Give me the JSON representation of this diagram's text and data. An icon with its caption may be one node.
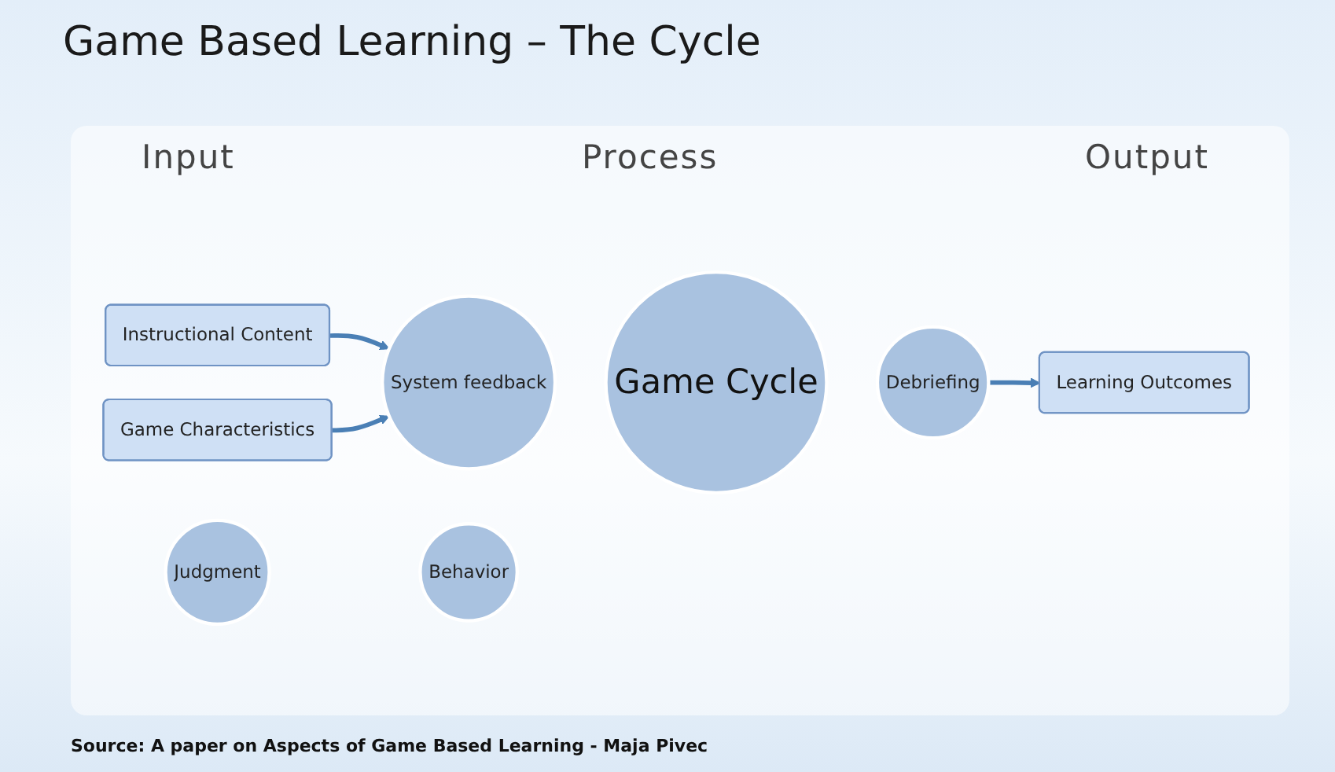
{
  "diagram": {
    "title": "Game Based Learning – The Cycle",
    "caption": "Source: A paper on Aspects of Game Based Learning - Maja Pivec",
    "nodes": [
      {
        "text": [
          "Instructional Content"
        ]
      },
      {
        "text": [
          "Game Characteristics"
        ]
      },
      {
        "text": [
          "Judgment"
        ]
      },
      {
        "text": [
          "System feedback"
        ]
      },
      {
        "text": [
          "Game Cycle"
        ]
      },
      {
        "text": [
          "Debriefing"
        ]
      },
      {
        "text": [
          "Behavior"
        ]
      },
      {
        "text": [
          "Learning Outcomes"
        ]
      }
    ],
    "edges": [
      {
        "from": 0,
        "to": 3,
        "arrow": "to"
      },
      {
        "from": 1,
        "to": 3,
        "arrow": "to"
      },
      {
        "from": 5,
        "to": 7,
        "arrow": "to"
      }
    ],
    "labels": [
      "Input",
      "Process",
      "Output"
    ]
  }
}
